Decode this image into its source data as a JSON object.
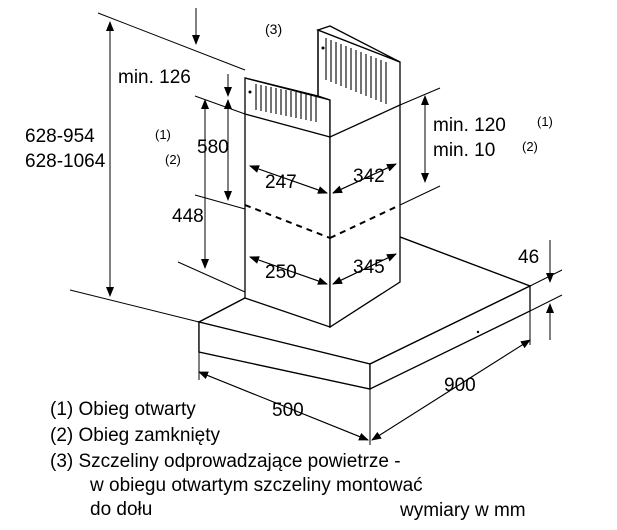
{
  "labels": {
    "total_height_open": "628-954",
    "total_height_open_ref": "(1)",
    "total_height_closed": "628-1064",
    "total_height_closed_ref": "(2)",
    "grille_ref": "(3)",
    "min_top": "min. 126",
    "upper_chimney_height": "580",
    "lower_chimney_height": "448",
    "upper_width": "247",
    "upper_depth": "342",
    "lower_width": "250",
    "lower_depth": "345",
    "min_open": "min. 120",
    "min_open_ref": "(1)",
    "min_closed": "min. 10",
    "min_closed_ref": "(2)",
    "hood_thickness": "46",
    "hood_depth": "500",
    "hood_width": "900"
  },
  "notes": [
    "(1) Obieg otwarty",
    "(2) Obieg zamknięty",
    "(3) Szczeliny odprowadzające powietrze -",
    "w obiegu otwartym szczeliny montować",
    "do dołu"
  ],
  "units": "wymiary w mm"
}
